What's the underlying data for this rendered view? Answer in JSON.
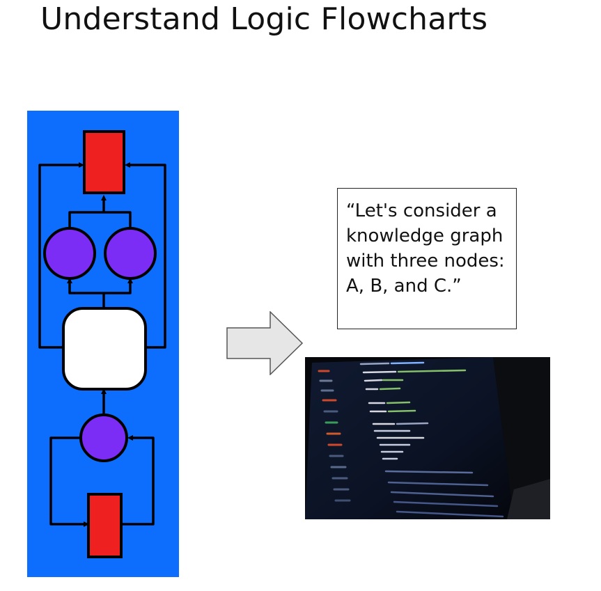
{
  "slide": {
    "title": "Understand Logic Flowcharts",
    "quote": "“Let's consider a knowledge graph with three nodes: A, B, and C.”"
  },
  "colors": {
    "panel_blue": "#0d6efd",
    "node_red": "#ee2020",
    "node_purple": "#7b2cf5",
    "node_white": "#ffffff",
    "arrow_gray": "#e6e6e6"
  },
  "icons": {
    "arrow": "right-arrow-icon",
    "photo": "code-screen-image"
  }
}
